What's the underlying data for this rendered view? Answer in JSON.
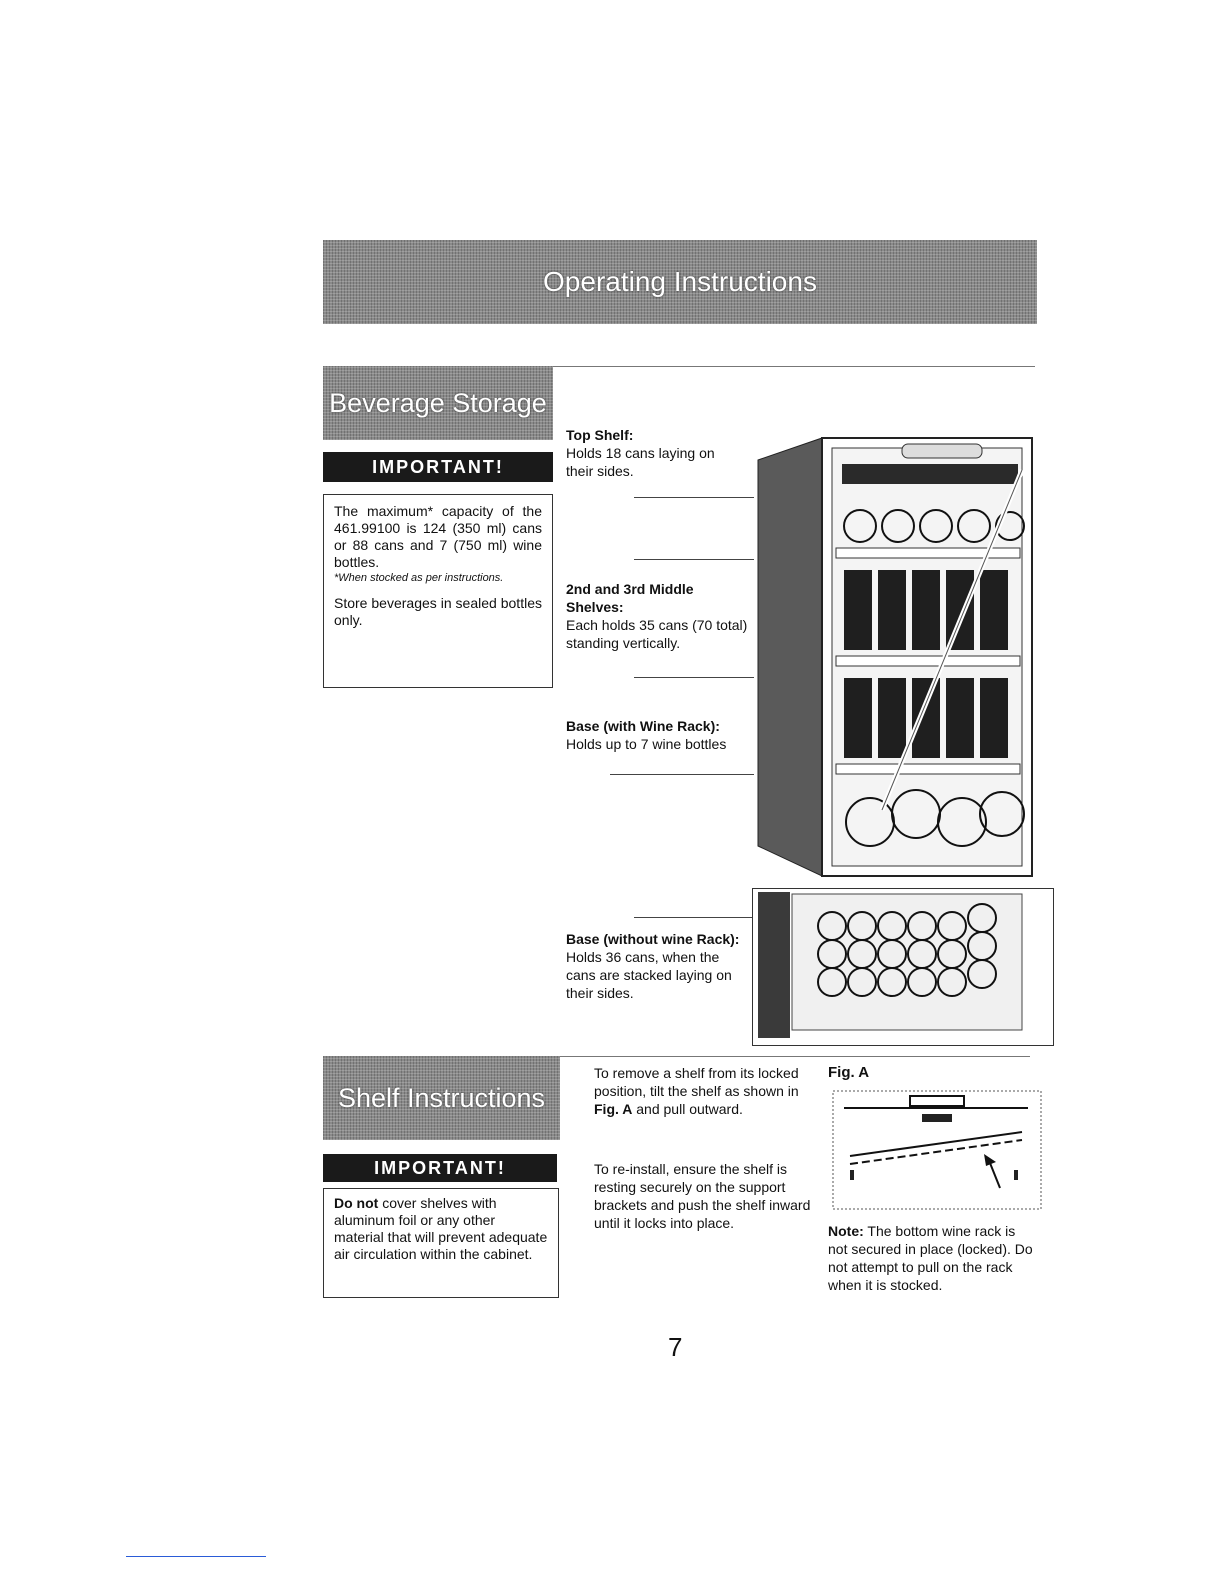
{
  "header": {
    "title": "Operating Instructions"
  },
  "beverage_storage": {
    "title": "Beverage Storage",
    "important_label": "IMPORTANT!",
    "capacity_text": "The maximum* capacity of the 461.99100 is 124 (350 ml) cans or 88 cans and 7 (750 ml) wine bottles.",
    "footnote": "*When stocked as per instructions.",
    "store_text": "Store beverages in sealed bottles only."
  },
  "callouts": {
    "top_shelf_title": "Top Shelf:",
    "top_shelf_text": "Holds 18 cans laying on their sides.",
    "middle_title": "2nd and 3rd Middle Shelves:",
    "middle_text": "Each holds 35 cans (70 total) standing vertically.",
    "base_wine_title": "Base (with Wine Rack):",
    "base_wine_text": "Holds up to 7 wine bottles",
    "base_nowine_title": "Base (without wine Rack):",
    "base_nowine_text": "Holds 36 cans, when the cans are stacked laying on their sides."
  },
  "shelf_instructions": {
    "title": "Shelf Instructions",
    "important_label": "IMPORTANT!",
    "warning_bold": "Do not",
    "warning_text": "cover shelves with aluminum foil or any other material that will prevent adequate air circulation within the cabinet.",
    "remove_text_1": "To remove a shelf from its locked position, tilt the shelf as shown in",
    "remove_fig": "Fig. A",
    "remove_text_2": "and pull outward.",
    "reinstall_text": "To re-install, ensure the shelf is resting securely on the support brackets and push the shelf inward until it locks into place.",
    "fig_label": "Fig. A",
    "note_label": "Note:",
    "note_text": "The bottom wine rack is not secured in place (locked). Do not attempt to pull on the rack when it is stocked."
  },
  "page_number": "7"
}
